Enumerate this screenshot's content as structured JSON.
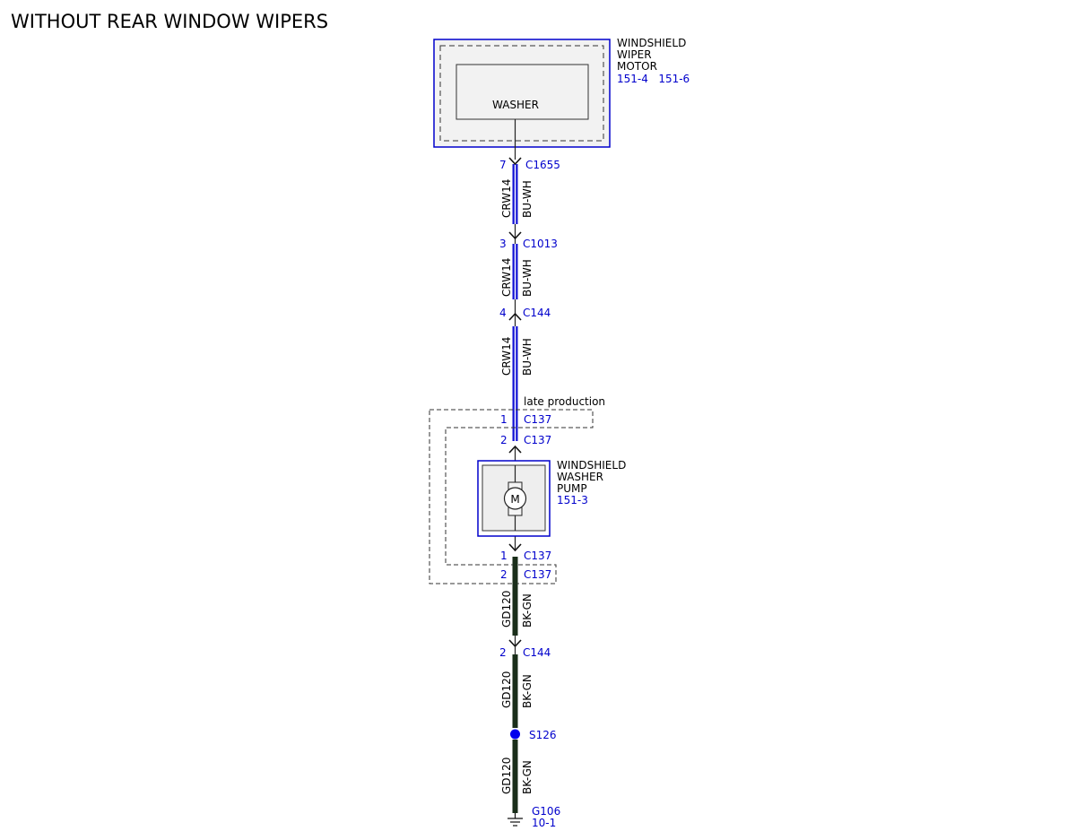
{
  "title": "WITHOUT REAR WINDOW WIPERS",
  "colors": {
    "outline": "#0000cc",
    "wire_blue": "#1515d6",
    "wire_ground": "#1a2e1a",
    "component_fill": "#f2f2f2",
    "splice": "#0000ee"
  },
  "wiper_motor": {
    "name_lines": [
      "WINDSHIELD",
      "WIPER",
      "MOTOR"
    ],
    "refs": "151-4   151-6",
    "inner_label": "WASHER"
  },
  "washer_pump": {
    "name_lines": [
      "WINDSHIELD",
      "WASHER",
      "PUMP"
    ],
    "ref": "151-3",
    "motor_symbol": "M"
  },
  "late_production_label": "late production",
  "connectors": [
    {
      "pin": "7",
      "name": "C1655"
    },
    {
      "pin": "3",
      "name": "C1013"
    },
    {
      "pin": "4",
      "name": "C144"
    },
    {
      "pin": "1",
      "name": "C137"
    },
    {
      "pin": "2",
      "name": "C137"
    },
    {
      "pin": "1",
      "name": "C137"
    },
    {
      "pin": "2",
      "name": "C137"
    },
    {
      "pin": "2",
      "name": "C144"
    }
  ],
  "wires": [
    {
      "circuit": "CRW14",
      "color": "BU-WH"
    },
    {
      "circuit": "CRW14",
      "color": "BU-WH"
    },
    {
      "circuit": "CRW14",
      "color": "BU-WH"
    },
    {
      "circuit": "GD120",
      "color": "BK-GN"
    },
    {
      "circuit": "GD120",
      "color": "BK-GN"
    },
    {
      "circuit": "GD120",
      "color": "BK-GN"
    }
  ],
  "splice": {
    "name": "S126"
  },
  "ground": {
    "name": "G106",
    "ref": "10-1"
  }
}
